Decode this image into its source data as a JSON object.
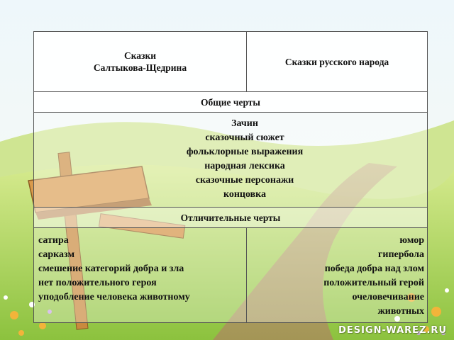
{
  "table": {
    "col_left_header": [
      "Сказки",
      "Салтыкова-Щедрина"
    ],
    "col_right_header": "Сказки русского народа",
    "common_header": "Общие черты",
    "common_items": [
      "Зачин",
      "сказочный сюжет",
      "фольклорные выражения",
      "народная лексика",
      "сказочные персонажи",
      "концовка"
    ],
    "diff_header": "Отличительные черты",
    "diff_left": [
      "сатира",
      "сарказм",
      "смешение категорий добра и зла",
      "нет положительного героя",
      "уподобление человека животному"
    ],
    "diff_right": [
      "юмор",
      "гипербола",
      "победа добра над злом",
      "положительный герой",
      "очеловечивание",
      "животных"
    ]
  },
  "watermark": "DESIGN-WAREZ.RU"
}
